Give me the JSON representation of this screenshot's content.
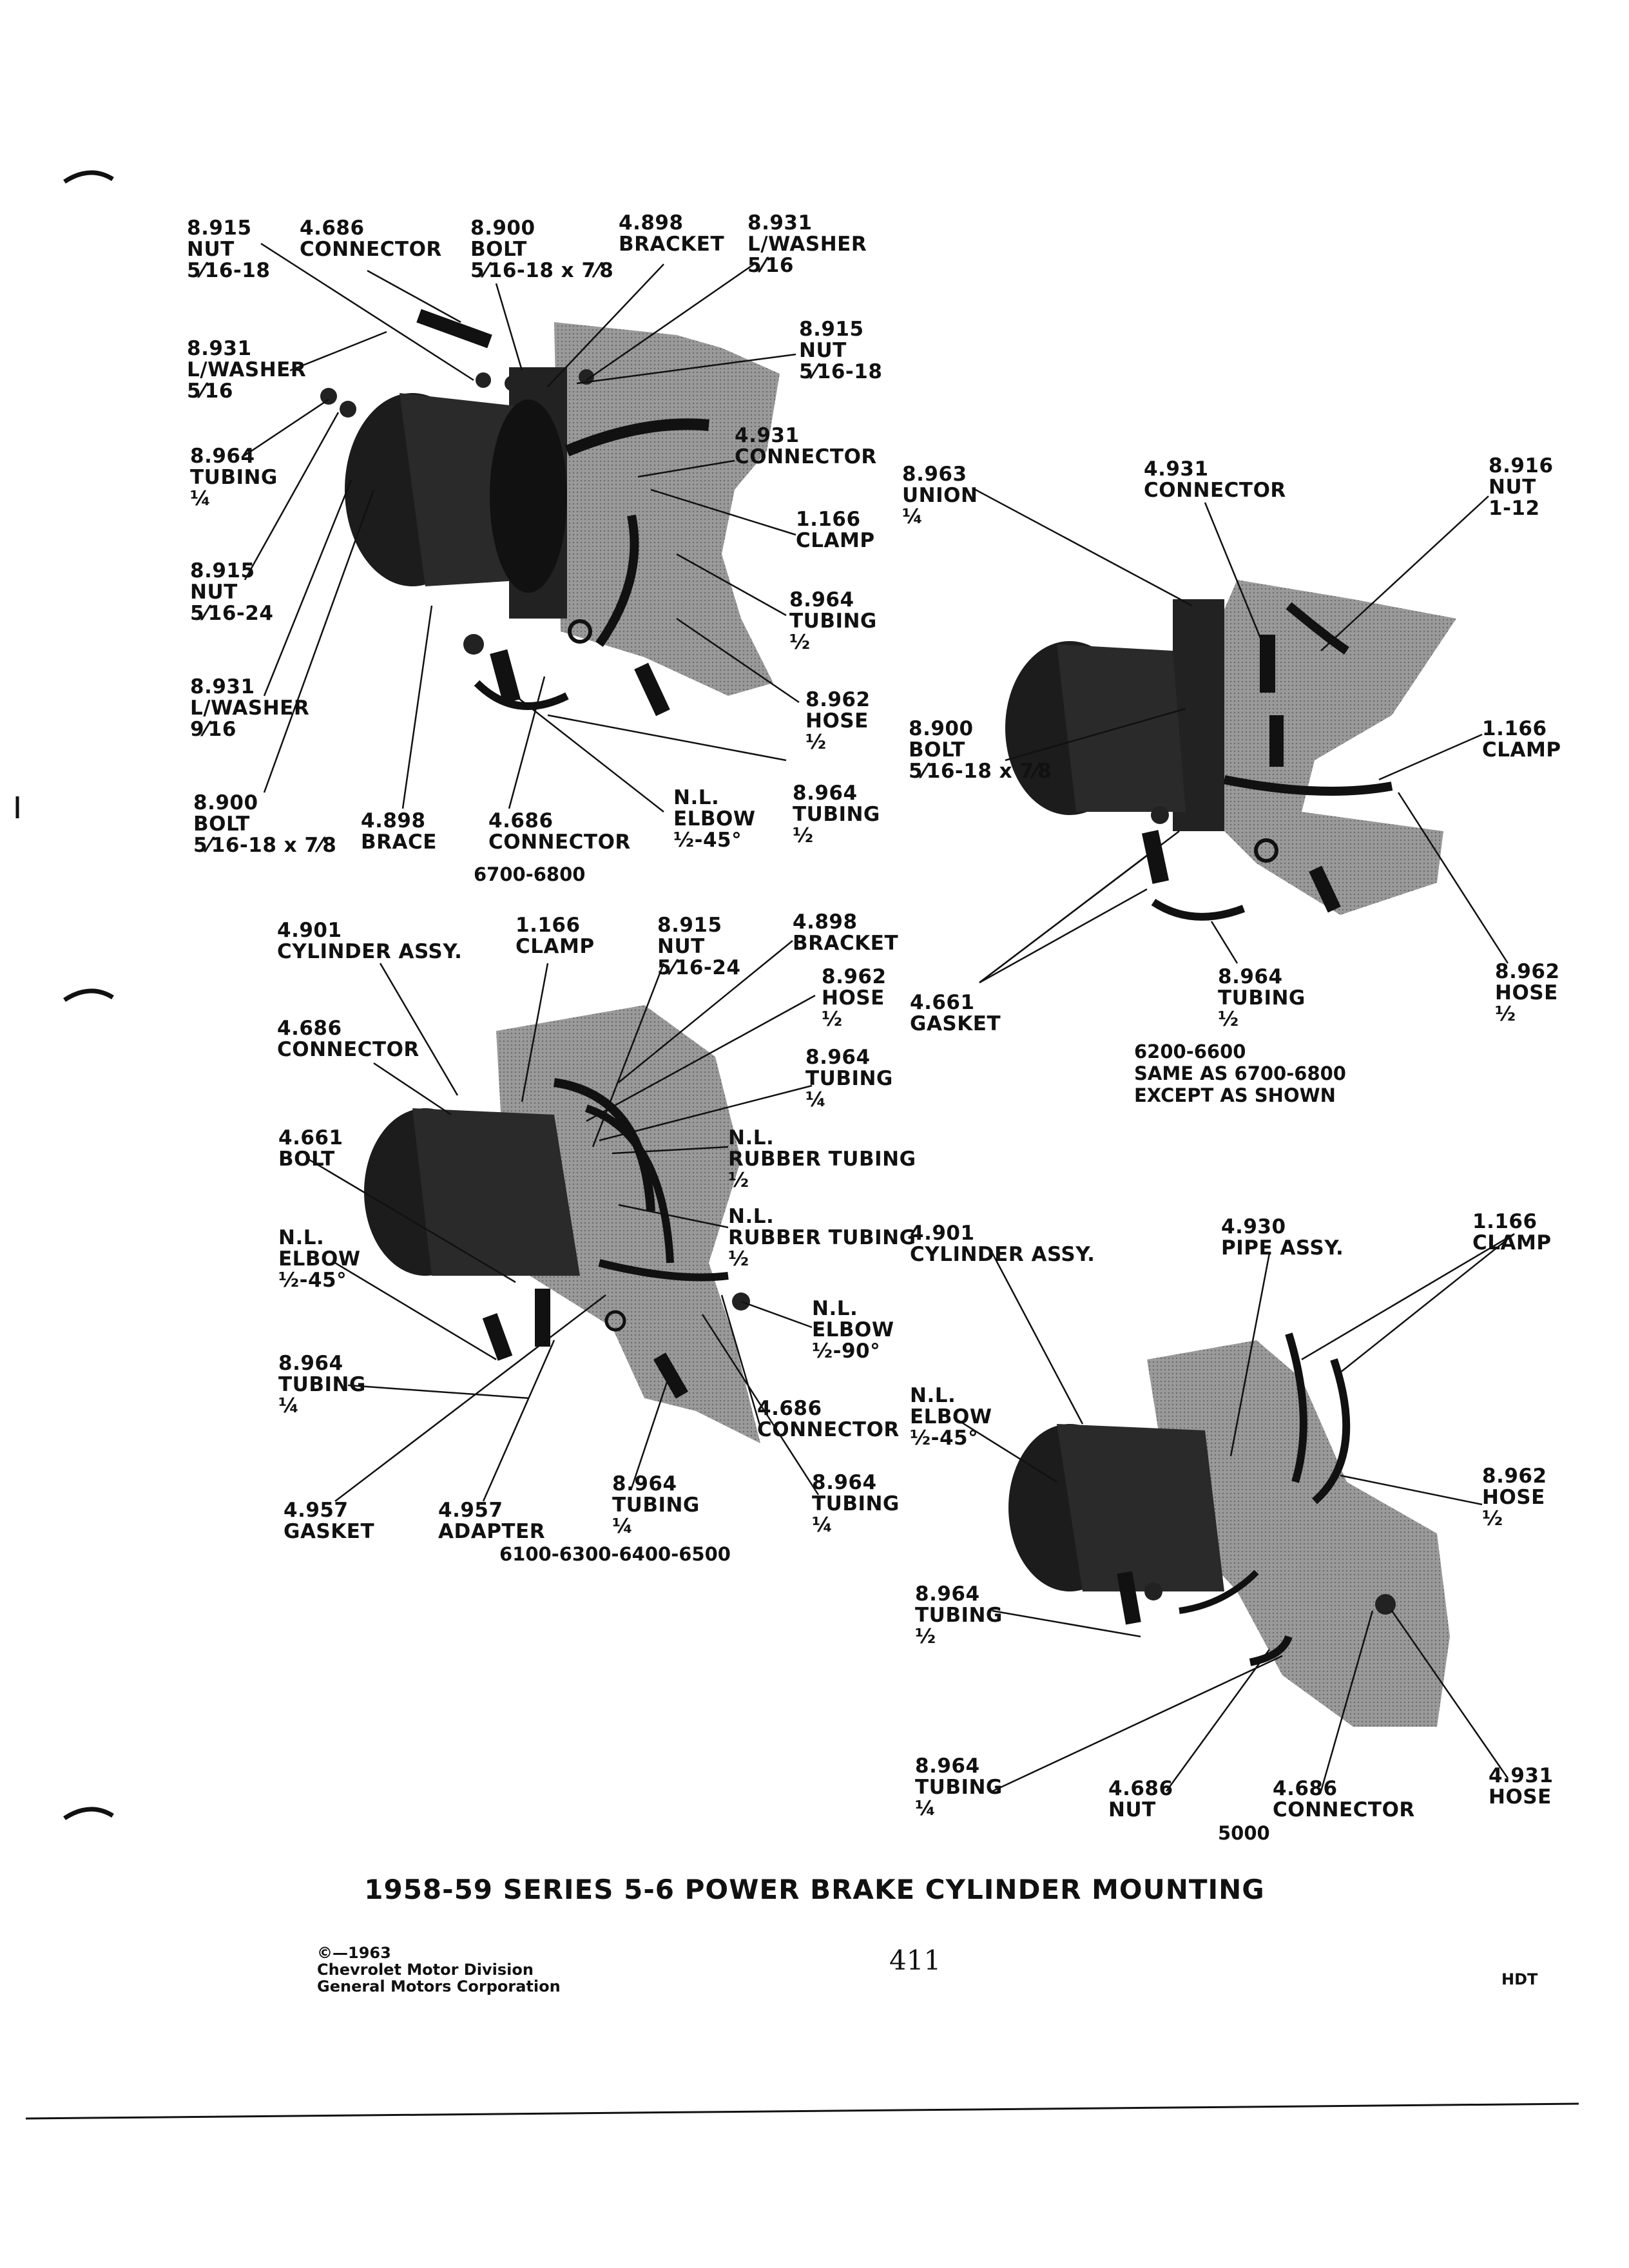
{
  "title": "1958-59 SERIES 5-6 POWER BRAKE CYLINDER MOUNTING",
  "page_number": "411",
  "copyright": "©—1963\nChevrolet Motor Division\nGeneral Motors Corporation",
  "publication_code": "HDT",
  "views": [
    {
      "caption": "6700-6800",
      "labels": [
        "8.915\nNUT\n5⁄16-18",
        "4.686\nCONNECTOR",
        "8.900\nBOLT\n5⁄16-18 x 7⁄8",
        "4.898\nBRACKET",
        "8.931\nL/WASHER\n5⁄16",
        "8.931\nL/WASHER\n5⁄16",
        "8.915\nNUT\n5⁄16-18",
        "8.964\nTUBING\n¼",
        "4.931\nCONNECTOR",
        "1.166\nCLAMP",
        "8.915\nNUT\n5⁄16-24",
        "8.964\nTUBING\n½",
        "8.931\nL/WASHER\n9⁄16",
        "8.962\nHOSE\n½",
        "8.900\nBOLT\n5⁄16-18 x 7⁄8",
        "4.898\nBRACE",
        "4.686\nCONNECTOR",
        "N.L.\nELBOW\n½-45°",
        "8.964\nTUBING\n½"
      ]
    },
    {
      "caption": "6200-6600\nSAME AS 6700-6800\nEXCEPT AS SHOWN",
      "labels": [
        "8.963\nUNION\n¼",
        "4.931\nCONNECTOR",
        "8.916\nNUT\n1-12",
        "8.900\nBOLT\n5⁄16-18 x 7⁄8",
        "1.166\nCLAMP",
        "4.661\nGASKET",
        "8.964\nTUBING\n½",
        "8.962\nHOSE\n½"
      ]
    },
    {
      "caption": "6100-6300-6400-6500",
      "labels": [
        "4.901\nCYLINDER ASSY.",
        "1.166\nCLAMP",
        "8.915\nNUT\n5⁄16-24",
        "4.898\nBRACKET",
        "8.962\nHOSE\n½",
        "4.686\nCONNECTOR",
        "8.964\nTUBING\n¼",
        "4.661\nBOLT",
        "N.L.\nRUBBER TUBING\n½",
        "N.L.\nRUBBER TUBING\n½",
        "N.L.\nELBOW\n½-45°",
        "N.L.\nELBOW\n½-90°",
        "8.964\nTUBING\n¼",
        "4.686\nCONNECTOR",
        "4.957\nGASKET",
        "4.957\nADAPTER",
        "8.964\nTUBING\n¼",
        "8.964\nTUBING\n¼"
      ]
    },
    {
      "caption": "5000",
      "labels": [
        "4.901\nCYLINDER ASSY.",
        "4.930\nPIPE ASSY.",
        "1.166\nCLAMP",
        "N.L.\nELBOW\n½-45°",
        "8.962\nHOSE\n½",
        "8.964\nTUBING\n½",
        "8.964\nTUBING\n¼",
        "4.686\nNUT",
        "4.686\nCONNECTOR",
        "4.931\nHOSE"
      ]
    }
  ]
}
